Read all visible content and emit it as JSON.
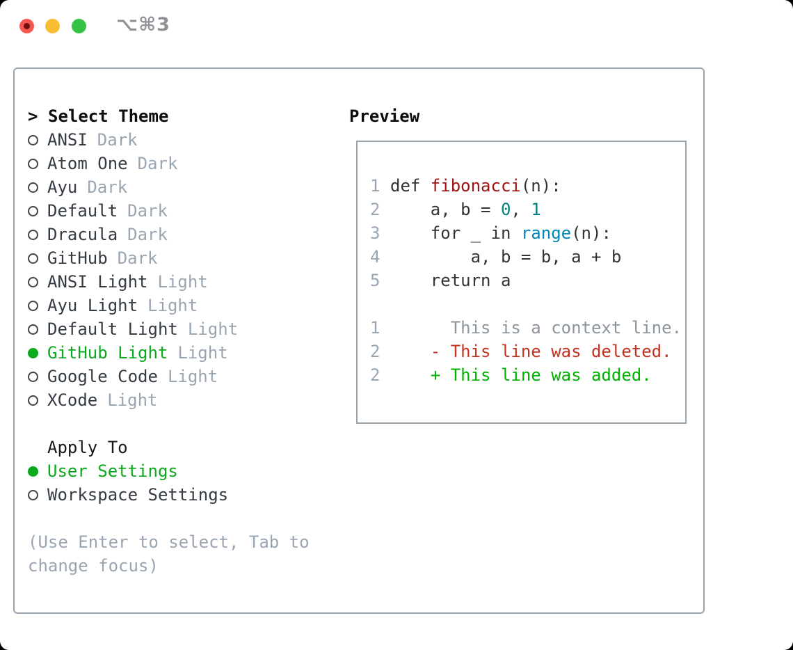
{
  "titlebar": {
    "title": "⌥⌘3",
    "colors": {
      "close": "#f6574e",
      "close_inner_dot": "#700f0f",
      "minimize": "#f9bd33",
      "zoom": "#35c245",
      "title_text": "#8f9398"
    }
  },
  "theme_panel": {
    "prompt": ">",
    "heading": "Select Theme",
    "items": [
      {
        "label": "ANSI",
        "tag": "Dark",
        "selected": false
      },
      {
        "label": "Atom One",
        "tag": "Dark",
        "selected": false
      },
      {
        "label": "Ayu",
        "tag": "Dark",
        "selected": false
      },
      {
        "label": "Default",
        "tag": "Dark",
        "selected": false
      },
      {
        "label": "Dracula",
        "tag": "Dark",
        "selected": false
      },
      {
        "label": "GitHub",
        "tag": "Dark",
        "selected": false
      },
      {
        "label": "ANSI Light",
        "tag": "Light",
        "selected": false
      },
      {
        "label": "Ayu Light",
        "tag": "Light",
        "selected": false
      },
      {
        "label": "Default Light",
        "tag": "Light",
        "selected": false
      },
      {
        "label": "GitHub Light",
        "tag": "Light",
        "selected": true
      },
      {
        "label": "Google Code",
        "tag": "Light",
        "selected": false
      },
      {
        "label": "XCode",
        "tag": "Light",
        "selected": false
      }
    ],
    "apply_heading": "Apply To",
    "apply_items": [
      {
        "label": "User Settings",
        "selected": true
      },
      {
        "label": "Workspace Settings",
        "selected": false
      }
    ],
    "hint_lines": [
      "(Use Enter to select, Tab to",
      "change focus)"
    ],
    "colors": {
      "selected_green": "#0ca81e",
      "item_text": "#343b43",
      "muted_tag": "#9aa5b2"
    }
  },
  "preview": {
    "heading": "Preview",
    "code_lines": [
      {
        "num": "1",
        "segments": [
          {
            "text": "def ",
            "style": "plain"
          },
          {
            "text": "fibonacci",
            "style": "fn"
          },
          {
            "text": "(n):",
            "style": "plain"
          }
        ]
      },
      {
        "num": "2",
        "segments": [
          {
            "text": "    a, b = ",
            "style": "plain"
          },
          {
            "text": "0",
            "style": "number"
          },
          {
            "text": ", ",
            "style": "plain"
          },
          {
            "text": "1",
            "style": "number"
          }
        ]
      },
      {
        "num": "3",
        "segments": [
          {
            "text": "    for _ in ",
            "style": "plain"
          },
          {
            "text": "range",
            "style": "builtin"
          },
          {
            "text": "(n):",
            "style": "plain"
          }
        ]
      },
      {
        "num": "4",
        "segments": [
          {
            "text": "        a, b = b, a + b",
            "style": "plain"
          }
        ]
      },
      {
        "num": "5",
        "segments": [
          {
            "text": "    return a",
            "style": "plain"
          }
        ]
      },
      {
        "num": "",
        "segments": []
      },
      {
        "num": "1",
        "segments": [
          {
            "text": "      This is a context line.",
            "style": "context"
          }
        ]
      },
      {
        "num": "2",
        "segments": [
          {
            "text": "    - This line was deleted.",
            "style": "deleted"
          }
        ]
      },
      {
        "num": "2",
        "segments": [
          {
            "text": "    + This line was added.",
            "style": "added"
          }
        ]
      }
    ],
    "colors": {
      "code_plain": "#333333",
      "function_name": "#9e1111",
      "number_literal": "#008080",
      "builtin": "#0086b3",
      "diff_context": "#8b949c",
      "diff_deleted": "#c3321f",
      "diff_added": "#00b200",
      "line_number": "#9aa5b2",
      "box_border": "#9aa4af"
    }
  }
}
